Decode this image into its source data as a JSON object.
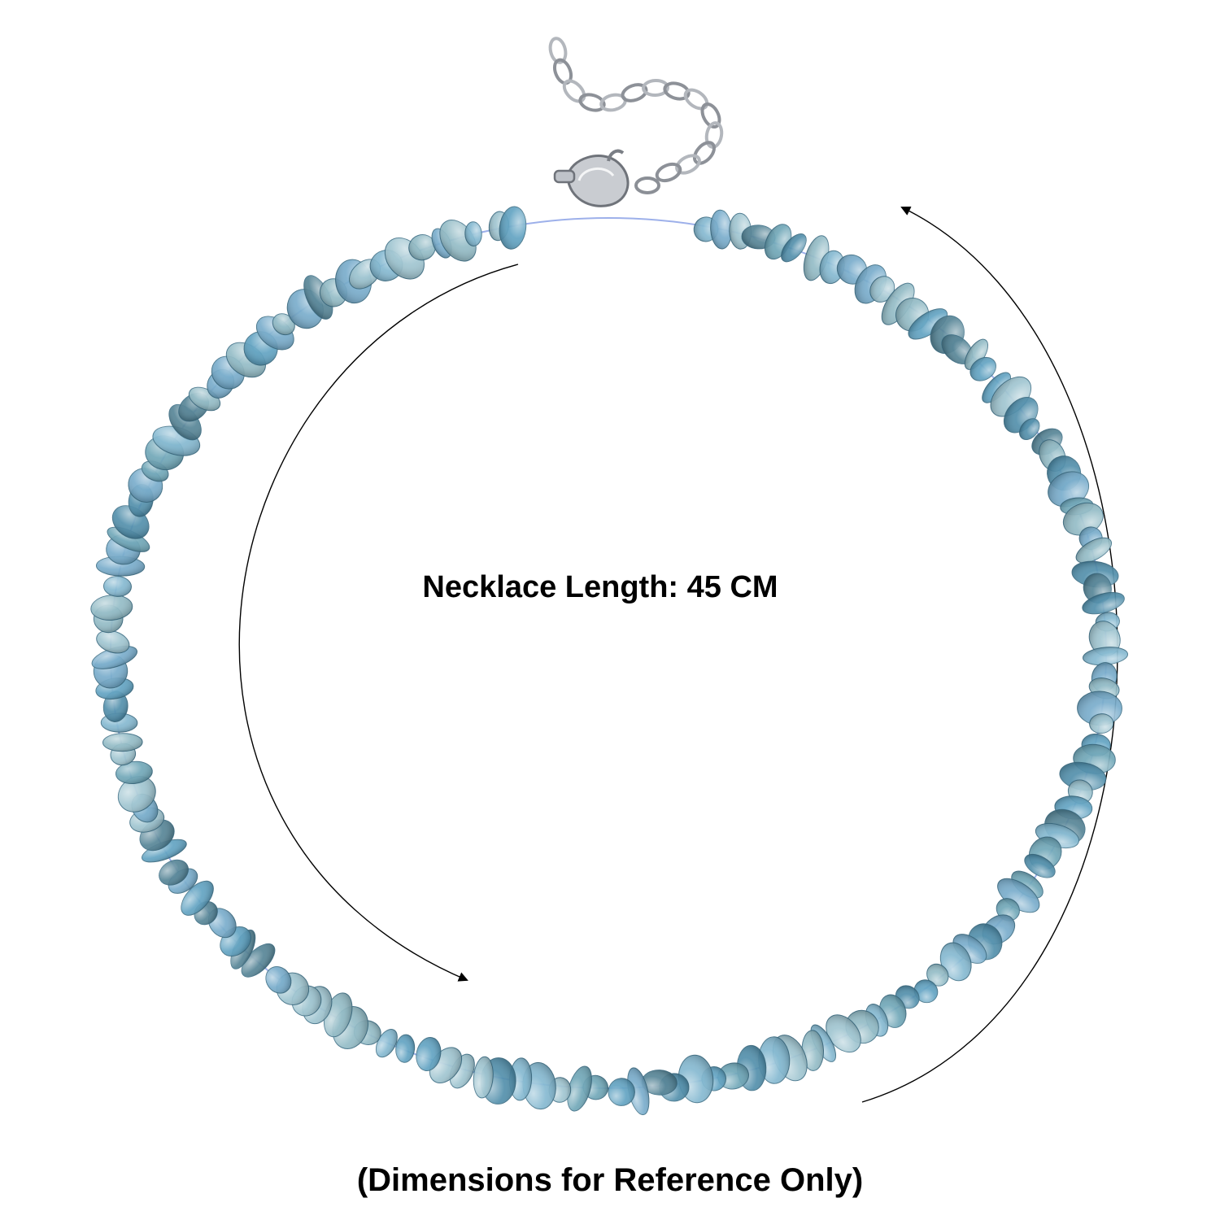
{
  "labels": {
    "length": "Necklace Length: 45 CM",
    "note": "(Dimensions for Reference Only)"
  },
  "colors": {
    "background": "#ffffff",
    "text": "#000000",
    "bead_palette": [
      "#5b9fbf",
      "#7fb6cf",
      "#4a8aa8",
      "#8fb9c4",
      "#6aa3b5",
      "#9cc3cf",
      "#4f7f92",
      "#72a9c9"
    ],
    "cord": "#4d6fd8",
    "metal": "#a9adb3",
    "arrow": "#000000"
  },
  "product": {
    "stone_shape": "chip beads",
    "clasp": "lobster-clasp",
    "extender": "chain-extender"
  }
}
